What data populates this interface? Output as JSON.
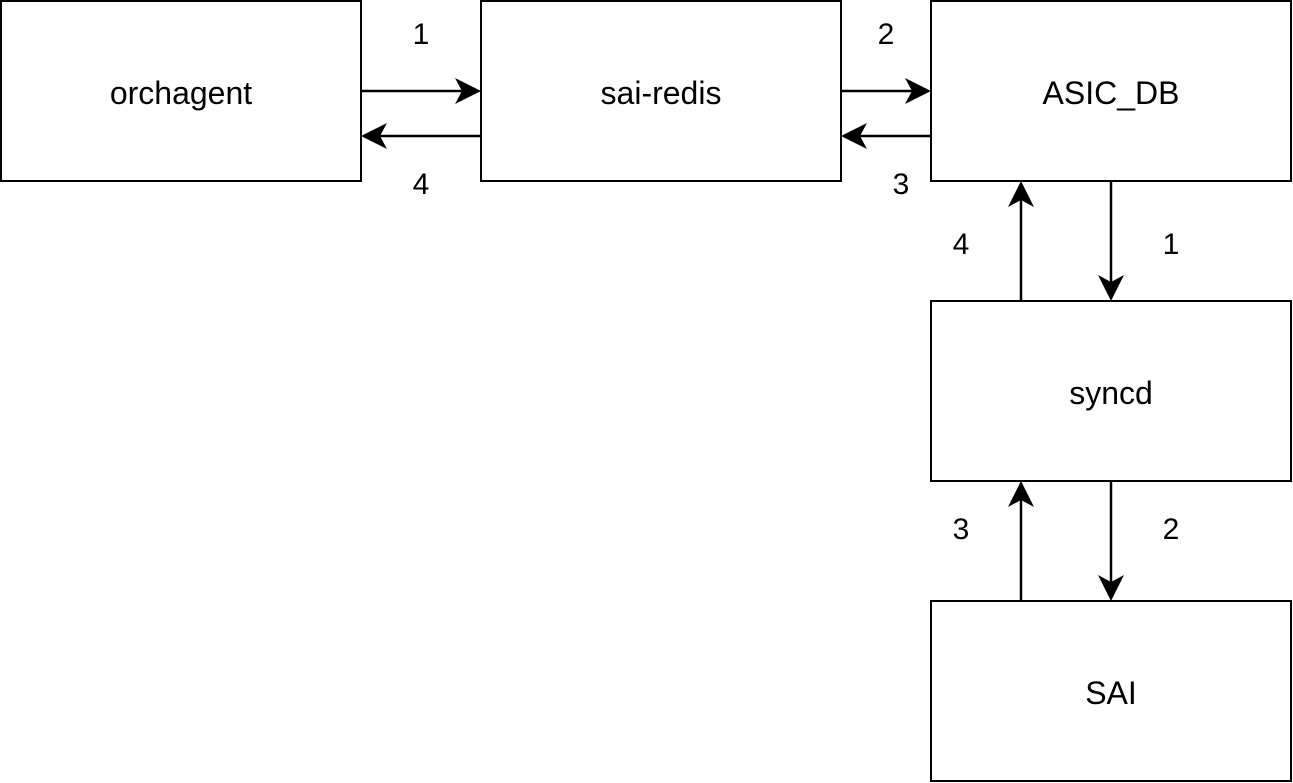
{
  "nodes": {
    "orchagent": "orchagent",
    "sai_redis": "sai-redis",
    "asic_db": "ASIC_DB",
    "syncd": "syncd",
    "sai": "SAI"
  },
  "steps": {
    "orch_to_redis": "1",
    "redis_to_orch": "4",
    "redis_to_asicdb": "2",
    "asicdb_to_redis": "3",
    "asicdb_to_syncd": "1",
    "syncd_to_asicdb": "4",
    "syncd_to_sai": "2",
    "sai_to_syncd": "3"
  }
}
